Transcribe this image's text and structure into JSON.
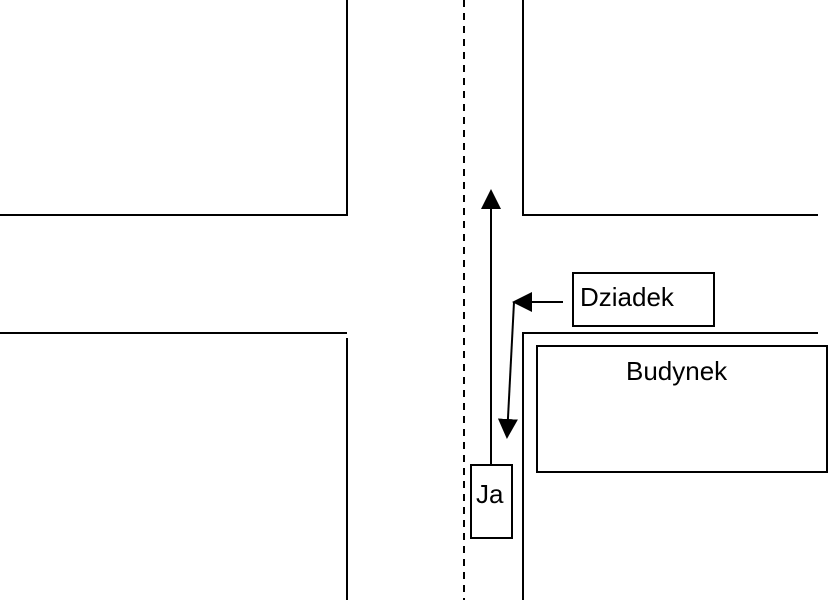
{
  "labels": {
    "grandpa": "Dziadek",
    "building": "Budynek",
    "me": "Ja"
  }
}
